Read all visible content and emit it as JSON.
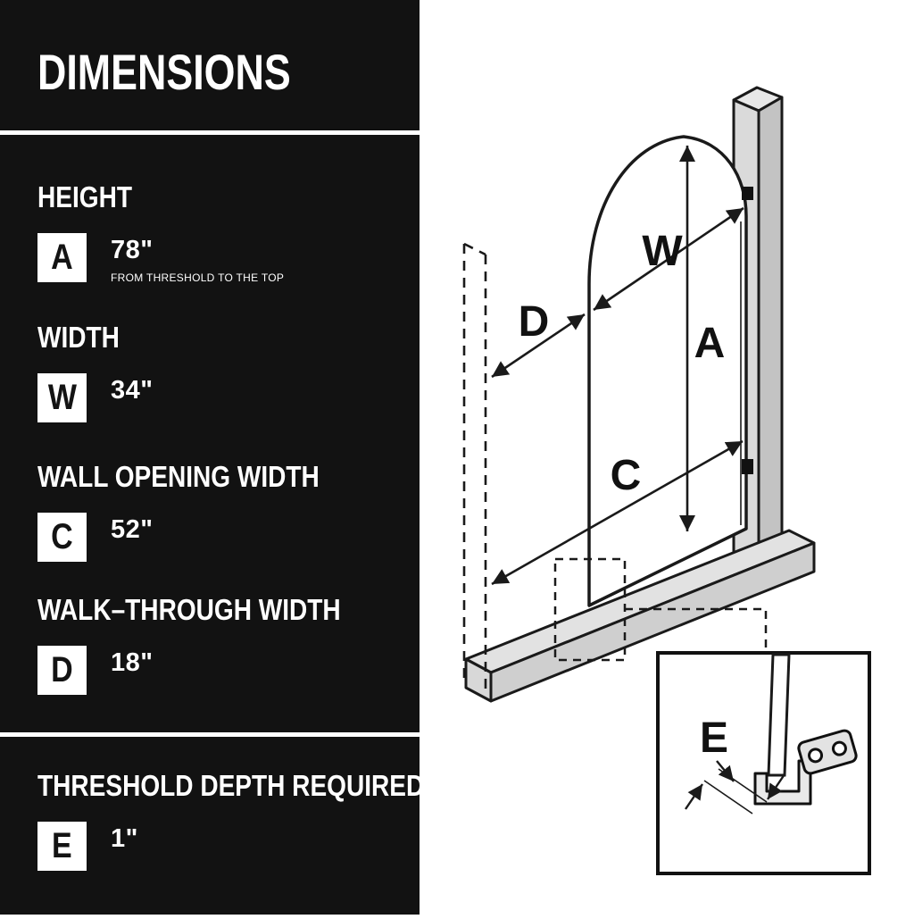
{
  "panel": {
    "title": "DIMENSIONS",
    "specs": [
      {
        "label": "HEIGHT",
        "letter": "A",
        "value": "78\"",
        "note": "FROM THRESHOLD TO THE TOP"
      },
      {
        "label": "WIDTH",
        "letter": "W",
        "value": "34\""
      },
      {
        "label": "WALL OPENING WIDTH",
        "letter": "C",
        "value": "52\""
      },
      {
        "label": "WALK–THROUGH WIDTH",
        "letter": "D",
        "value": "18\""
      },
      {
        "label": "THRESHOLD DEPTH REQUIRED",
        "letter": "E",
        "value": "1\""
      }
    ]
  },
  "colors": {
    "panel_bg": "#121212",
    "panel_text": "#ffffff",
    "diagram_line": "#1a1a1a",
    "letter_box_bg": "#ffffff",
    "letter_box_text": "#131313",
    "beam_fill": "#e2e2e2"
  }
}
